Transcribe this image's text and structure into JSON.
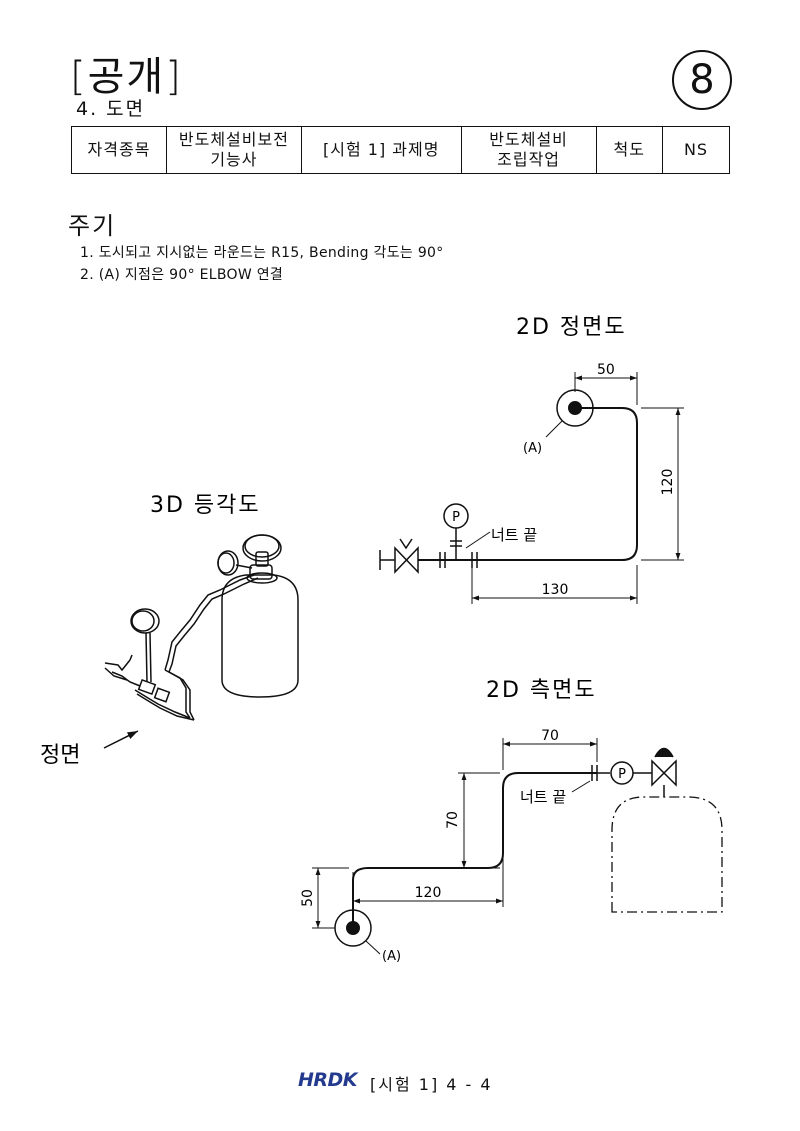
{
  "header": {
    "title": "[공개]",
    "subtitle": "4. 도면",
    "page_number": "8"
  },
  "info_table": {
    "cells": [
      "자격종목",
      "반도체설비보전\n기능사",
      "[시험 1] 과제명",
      "반도체설비\n조립작업",
      "척도",
      "NS"
    ]
  },
  "notes": {
    "title": "주기",
    "items": [
      "1. 도시되고 지시없는 라운드는 R15, Bending 각도는 90°",
      "2. (A) 지점은 90° ELBOW 연결"
    ]
  },
  "views": {
    "front_title": "2D 정면도",
    "iso_title": "3D 등각도",
    "side_title": "2D 측면도",
    "front_label": "정면"
  },
  "front_view": {
    "dim_top": "50",
    "dim_right": "120",
    "dim_bottom": "130",
    "point_label": "(A)",
    "gauge_label": "P",
    "nut_label": "너트 끝"
  },
  "side_view": {
    "dim_top": "70",
    "dim_mid": "70",
    "dim_bottom": "120",
    "dim_left": "50",
    "point_label": "(A)",
    "gauge_label": "P",
    "nut_label": "너트 끝"
  },
  "footer": {
    "logo": "HRDK",
    "text": "[시험 1] 4 - 4"
  }
}
